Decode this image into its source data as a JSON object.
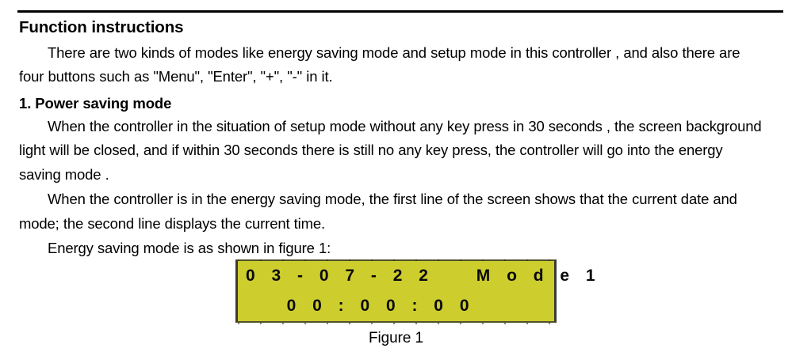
{
  "document": {
    "title": "Function instructions",
    "paragraphs": [
      "There are two kinds of modes like energy saving mode and setup mode in this controller , and also there are four buttons such as   \"Menu\", \"Enter\", \"+\", \"-\" in it."
    ],
    "section": {
      "heading": "1. Power saving mode",
      "paragraphs": [
        "When the controller in the situation of setup mode without any key press in 30 seconds , the screen background light will be closed, and if within 30 seconds there is still no any key press, the controller will go into the energy saving mode .",
        "When the controller is in the energy saving mode, the first line of the screen shows that the current date and mode; the second line displays the current time.",
        "Energy saving mode is as shown in figure 1:"
      ]
    }
  },
  "figure": {
    "caption": "Figure 1",
    "lcd": {
      "background_color": "#cdcd2e",
      "text_color": "#0a0a0a",
      "line1": "0 3 - 0 7 - 2 2    M o d e 1",
      "line2": "0 0 : 0 0 : 0 0",
      "line1_plain": "03-07-22  Mode1",
      "line2_plain": "00:00:00"
    }
  }
}
